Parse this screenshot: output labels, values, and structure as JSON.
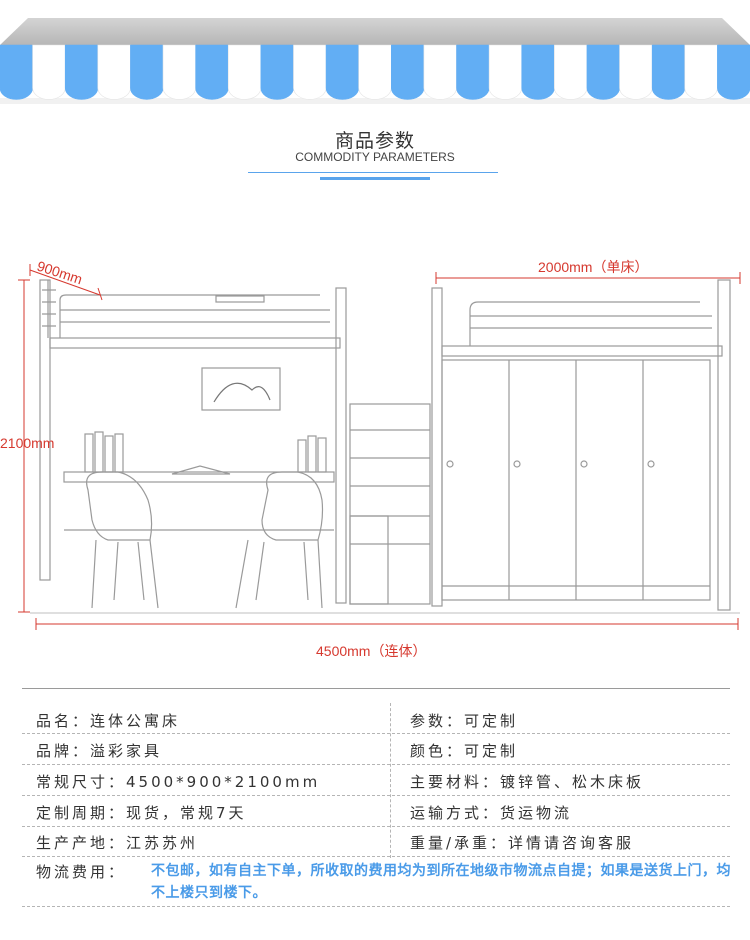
{
  "header": {
    "title_zh": "商品参数",
    "title_en": "COMMODITY PARAMETERS"
  },
  "colors": {
    "awning_blue": "#62aef4",
    "awning_top": "#c4c4c4",
    "dimension_red": "#d6392f",
    "accent_blue": "#4a9be8"
  },
  "dimensions": {
    "depth": "900mm",
    "length_single": "2000mm（单床）",
    "height": "2100mm",
    "length_total": "4500mm（连体）"
  },
  "specs": {
    "rows": [
      {
        "left": "品名：连体公寓床",
        "right": "参数：可定制"
      },
      {
        "left": "品牌：溢彩家具",
        "right": "颜色：可定制"
      },
      {
        "left": "常规尺寸：4500*900*2100mm",
        "right": "主要材料：镀锌管、松木床板"
      },
      {
        "left": "定制周期：现货，常规7天",
        "right": "运输方式：货运物流"
      },
      {
        "left": "生产产地：江苏苏州",
        "right": "重量/承重：详情请咨询客服"
      }
    ],
    "logistics_label": "物流费用：",
    "logistics_text": "不包邮，如有自主下单，所收取的费用均为到所在地级市物流点自提；如果是送货上门，均不上楼只到楼下。"
  }
}
